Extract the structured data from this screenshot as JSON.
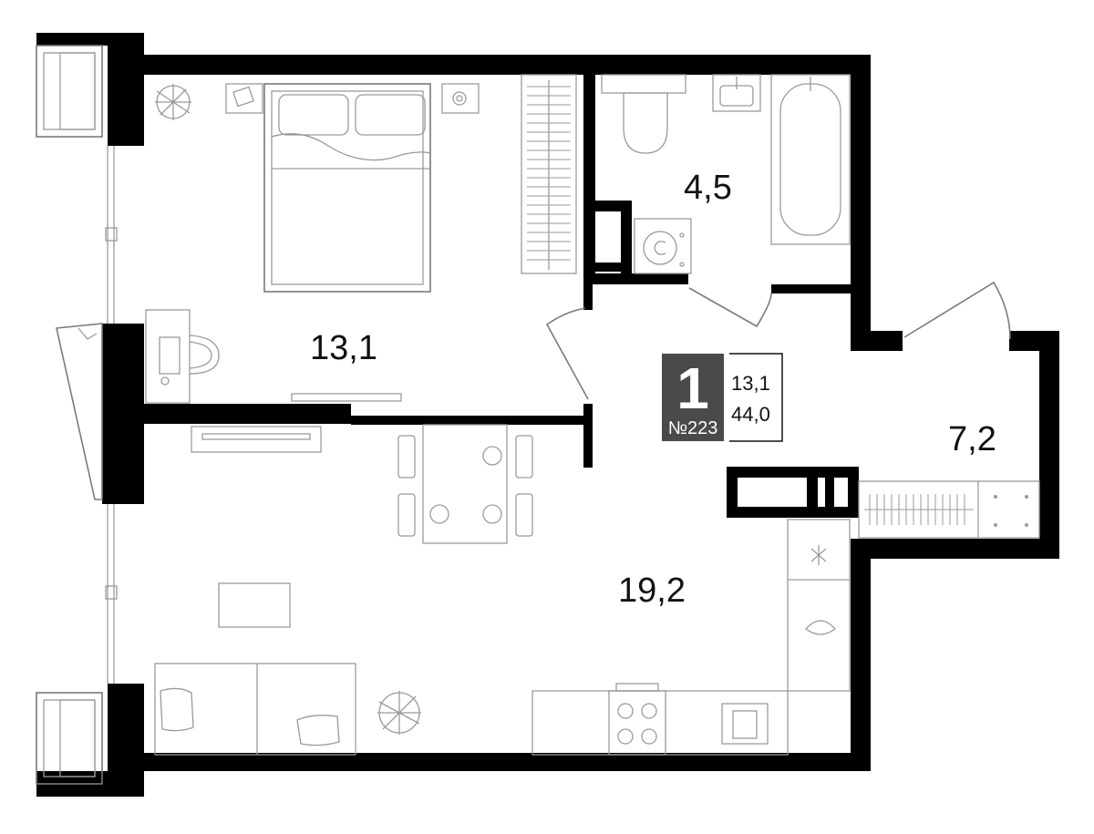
{
  "rooms": {
    "bedroom_area": "13,1",
    "bathroom_area": "4,5",
    "hall_area": "7,2",
    "living_area": "19,2"
  },
  "apartment": {
    "rooms_count": "1",
    "number": "№223",
    "living_area": "13,1",
    "total_area": "44,0"
  },
  "colors": {
    "wall": "#000000",
    "badge_bg": "#4a4a4a",
    "furniture_line": "#9a9a9a"
  }
}
